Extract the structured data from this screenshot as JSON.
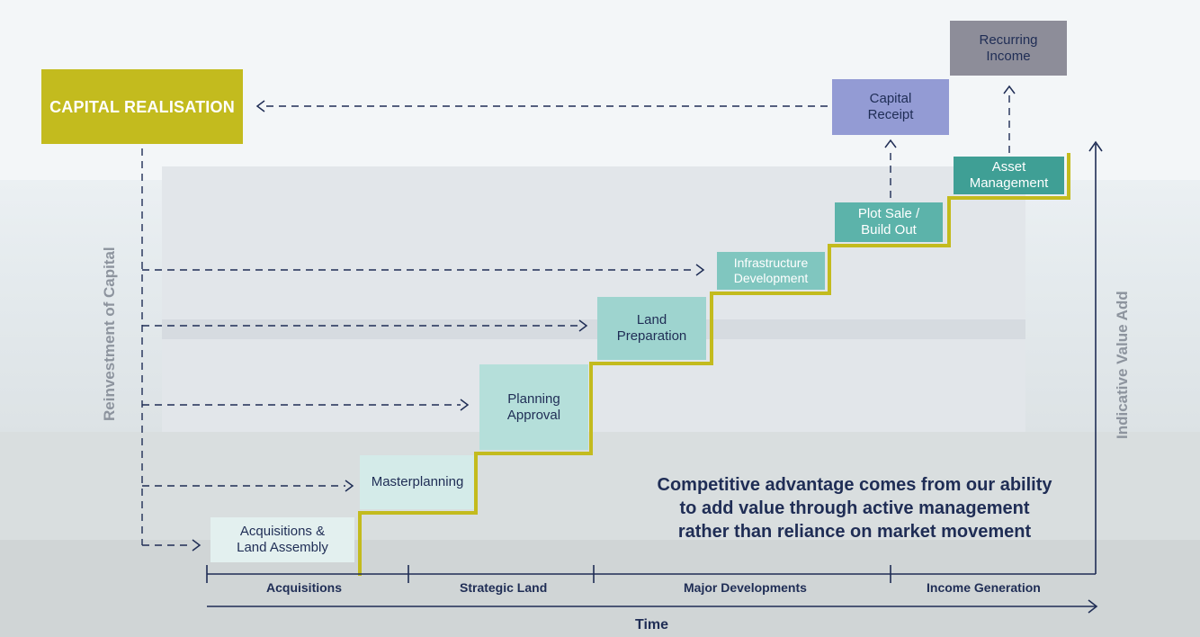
{
  "capital_realisation": "CAPITAL REALISATION",
  "boxes": {
    "acquisitions": "Acquisitions &\nLand Assembly",
    "masterplanning": "Masterplanning",
    "planning": "Planning\nApproval",
    "land_prep": "Land\nPreparation",
    "infrastructure": "Infrastructure\nDevelopment",
    "plot_sale": "Plot Sale /\nBuild Out",
    "asset_mgmt": "Asset\nManagement",
    "capital_receipt": "Capital\nReceipt",
    "recurring_income": "Recurring\nIncome"
  },
  "axes": {
    "y_label_left": "Reinvestment of Capital",
    "y_label_right": "Indicative Value Add",
    "x_label": "Time"
  },
  "phases": [
    "Acquisitions",
    "Strategic Land",
    "Major Developments",
    "Income Generation"
  ],
  "tagline": "Competitive advantage comes from our ability\nto add value through active management\nrather than reliance on market movement",
  "colors": {
    "navy": "#1f2d55",
    "olive": "#c3bb1e",
    "teal": "#5bb3a9",
    "periwinkle": "#8f98d2",
    "grey": "#8c8c98"
  }
}
